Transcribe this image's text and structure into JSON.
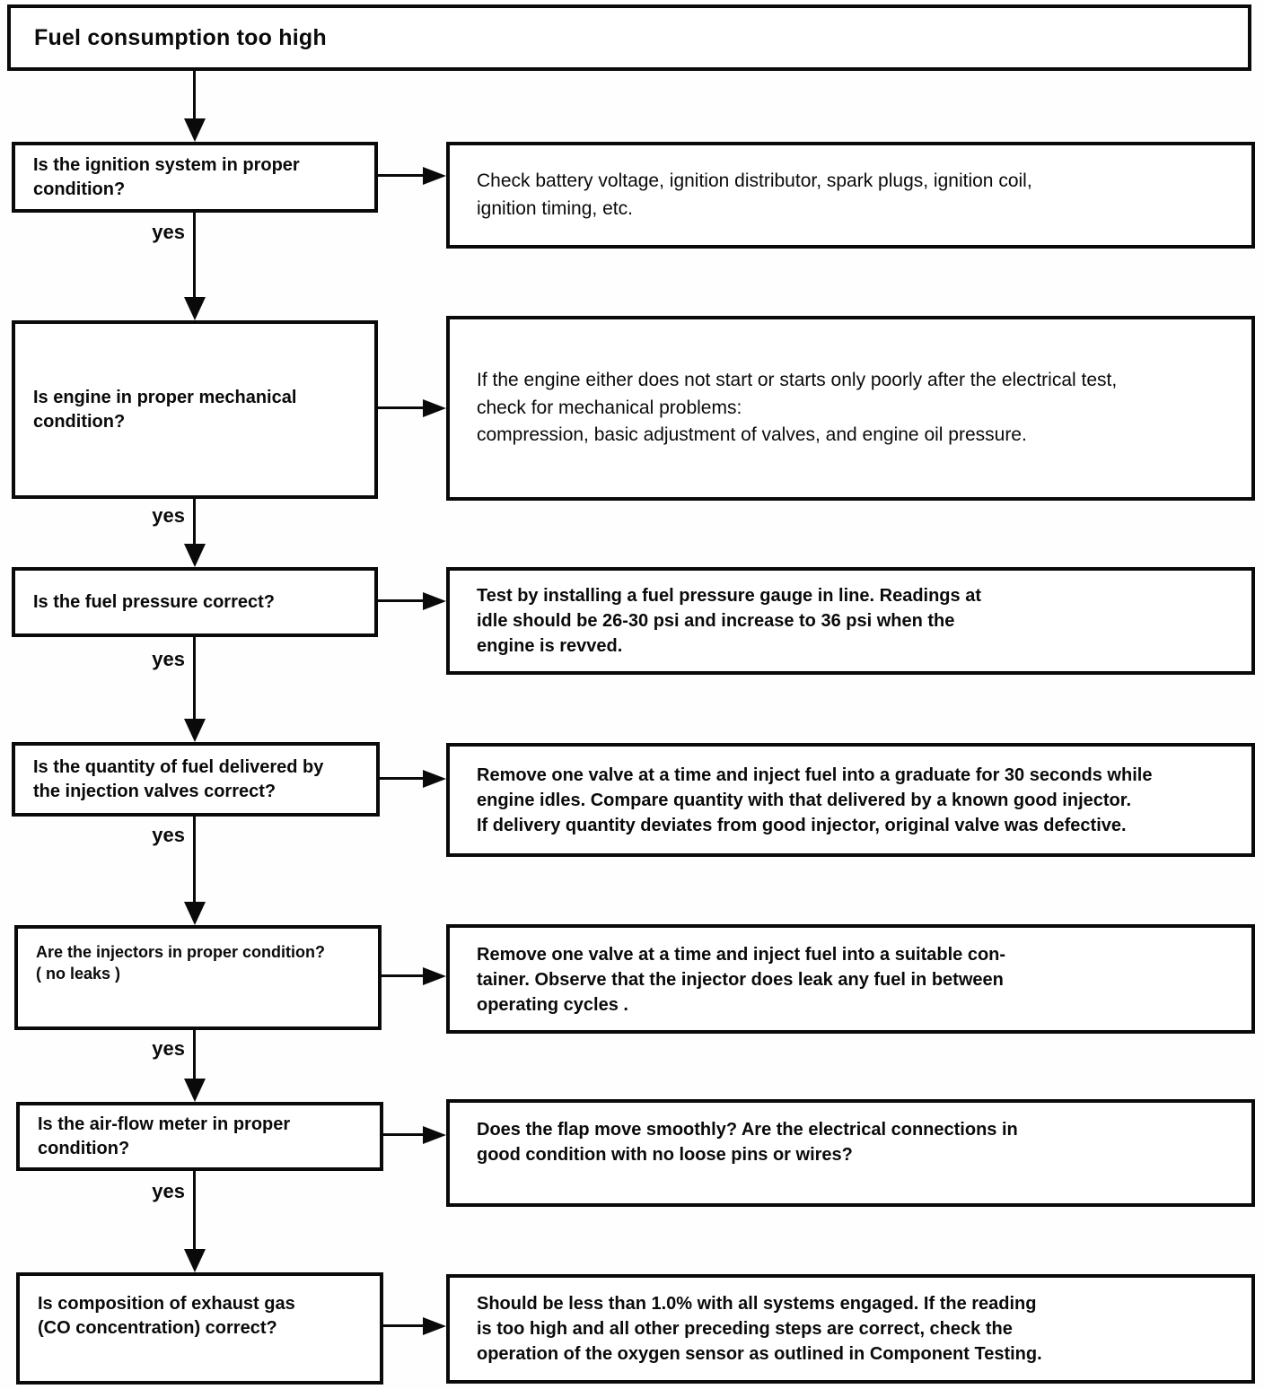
{
  "title": "Fuel consumption too high",
  "connector_label": "yes",
  "colors": {
    "ink": "#0a0a0a",
    "paper": "#ffffff"
  },
  "rows": [
    {
      "question": "Is the ignition system in proper\ncondition?",
      "answer": "Check battery voltage, ignition distributor, spark plugs, ignition coil,\nignition timing, etc."
    },
    {
      "question": "Is engine in proper mechanical\ncondition?",
      "answer": "If the engine either does not start or starts only poorly after the electrical test,\ncheck for mechanical problems:\ncompression, basic adjustment of valves, and engine oil pressure."
    },
    {
      "question": "Is the fuel pressure correct?",
      "answer": "Test by installing a fuel pressure gauge in line. Readings at\nidle should be 26-30 psi and increase to 36 psi when the\nengine is revved."
    },
    {
      "question": "Is the quantity of fuel delivered by\nthe injection valves correct?",
      "answer": "Remove one valve at a time and inject fuel into a graduate for 30 seconds while\nengine idles. Compare quantity with that delivered by a known good injector.\nIf delivery quantity deviates from good injector, original valve was defective."
    },
    {
      "question": "Are the injectors in proper condition?\n( no leaks )",
      "answer": "Remove one valve at a time and inject fuel into a suitable con-\ntainer. Observe that the injector does leak any fuel in between\noperating cycles ."
    },
    {
      "question": "Is the air-flow meter in proper\ncondition?",
      "answer": "Does the flap move smoothly? Are the electrical connections in\ngood condition with no loose pins or wires?"
    },
    {
      "question": "Is composition of exhaust gas\n(CO concentration) correct?",
      "answer": "Should be less than 1.0% with all systems engaged. If the reading\nis too high and all other preceding steps are correct, check the\noperation of the oxygen sensor as outlined in Component Testing."
    }
  ]
}
